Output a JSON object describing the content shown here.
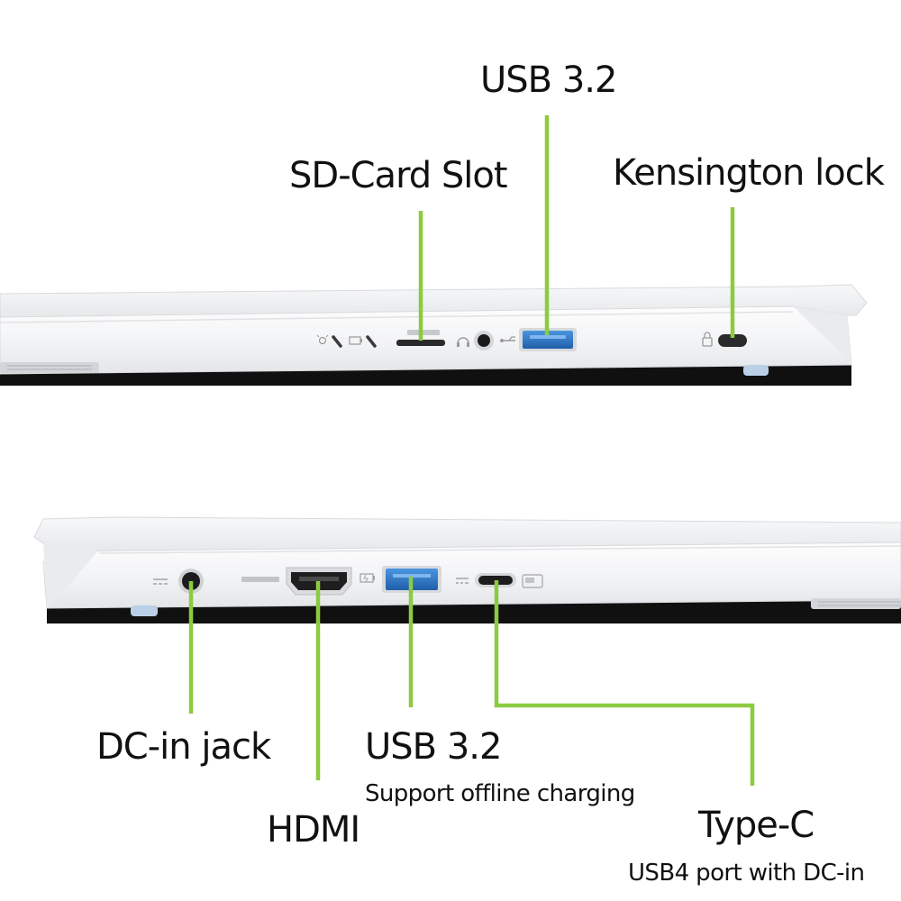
{
  "accent_color": "#8CCB3F",
  "port_blue": "#2F78C4",
  "right_side": {
    "labels": {
      "usb": "USB 3.2",
      "sd_card": "SD-Card Slot",
      "kensington": "Kensington lock"
    },
    "icons": [
      "power-light-icon",
      "battery-light-icon",
      "microsd-logo-icon",
      "headset-icon",
      "usb-logo-icon",
      "lock-icon"
    ]
  },
  "left_side": {
    "labels": {
      "dc_in": "DC-in jack",
      "hdmi": "HDMI",
      "usb": "USB 3.2",
      "usb_note": "Support offline charging",
      "typec": "Type-C",
      "typec_note": "USB4 port with DC-in"
    },
    "icons": [
      "dc-symbol-icon",
      "hdmi-logo-icon",
      "battery-charge-icon",
      "dc-symbol-icon",
      "usb4-logo-icon"
    ]
  }
}
